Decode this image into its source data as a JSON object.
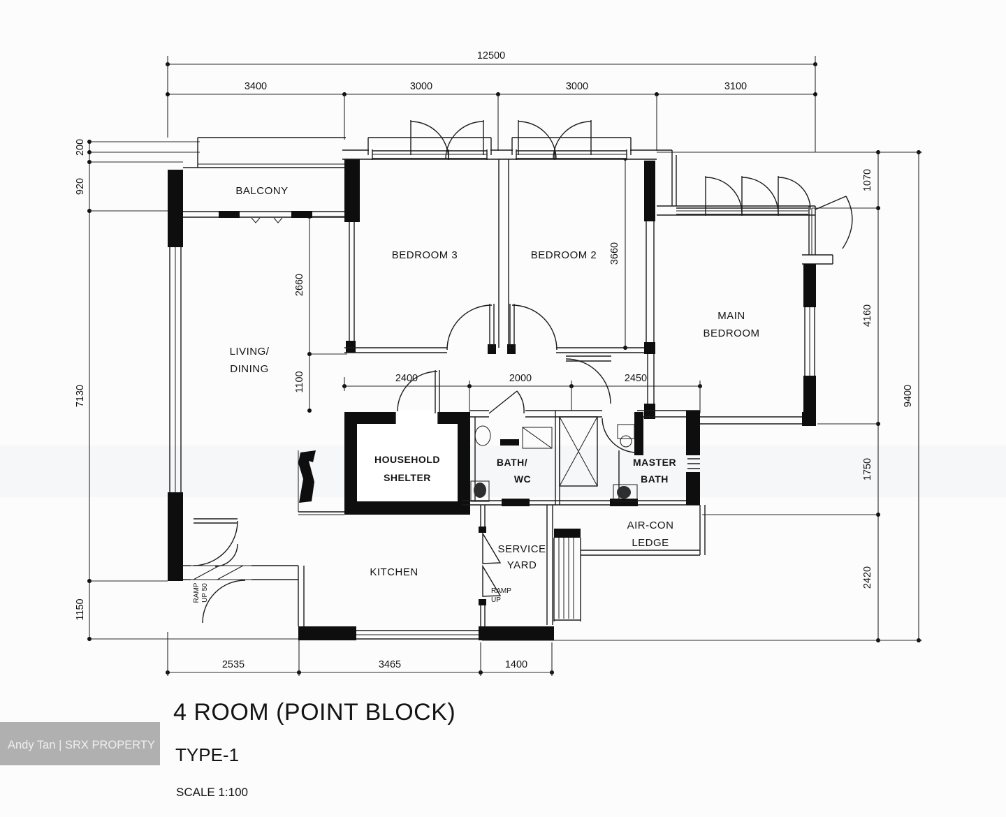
{
  "title": {
    "main": "4 ROOM (POINT BLOCK)",
    "type": "TYPE-1",
    "scale": "SCALE 1:100"
  },
  "watermark": "Andy Tan | SRX PROPERTY",
  "rooms": {
    "balcony": "BALCONY",
    "living": {
      "line1": "LIVING/",
      "line2": "DINING"
    },
    "bedroom3": "BEDROOM 3",
    "bedroom2": "BEDROOM 2",
    "main_bedroom": {
      "line1": "MAIN",
      "line2": "BEDROOM"
    },
    "kitchen": "KITCHEN",
    "service_yard": {
      "line1": "SERVICE",
      "line2": "YARD"
    },
    "aircon_ledge": {
      "line1": "AIR-CON",
      "line2": "LEDGE"
    },
    "shelter": {
      "line1": "HOUSEHOLD",
      "line2": "SHELTER"
    },
    "bath": {
      "line1": "BATH/",
      "line2": "WC"
    },
    "master_bath": {
      "line1": "MASTER",
      "line2": "BATH"
    }
  },
  "annotations": {
    "ramp_entry_line1": "RAMP",
    "ramp_entry_line2": "UP 50",
    "ramp_sy_line1": "RAMP",
    "ramp_sy_line2": "UP"
  },
  "dimensions": {
    "top_total": "12500",
    "top": [
      "3400",
      "3000",
      "3000",
      "3100"
    ],
    "left": [
      "200",
      "920",
      "7130",
      "1150"
    ],
    "right": [
      "1070",
      "4160",
      "1750",
      "2420"
    ],
    "right_total": "9400",
    "inner_vertical": [
      "2660",
      "1100",
      "3660"
    ],
    "inner_horizontal": [
      "2400",
      "2000",
      "2450"
    ],
    "bottom": [
      "2535",
      "3465",
      "1400"
    ]
  },
  "colors": {
    "line": "#1b1b1b",
    "wall_fill": "#0e0e0e",
    "background": "#fcfcfc",
    "watermark_bg": "#b0b0b0",
    "watermark_text": "#efefef"
  }
}
